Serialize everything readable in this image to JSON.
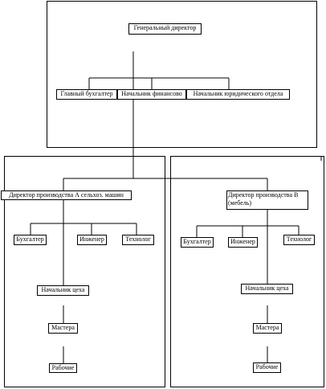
{
  "org_chart": {
    "top": {
      "director": "Генеральный директор",
      "chief_accountant": "Главный бухгалтер",
      "finance_head": "Начальник финансово",
      "legal_head": "Начальник юридического отдела"
    },
    "division_a": {
      "director": "Директор производства А сельхоз. машин",
      "accountant": "Бухгалтер",
      "engineer": "Инженер",
      "technologist": "Технолог",
      "shop_head": "Начальник цеха",
      "masters": "Мастера",
      "workers": "Рабочие"
    },
    "division_b": {
      "director": "Директор производства В (мебель)",
      "accountant": "Бухгалтер",
      "engineer": "Инженер",
      "technologist": "Технолог",
      "shop_head": "Начальник цеха",
      "masters": "Мастера",
      "workers": "Рабочие"
    }
  }
}
